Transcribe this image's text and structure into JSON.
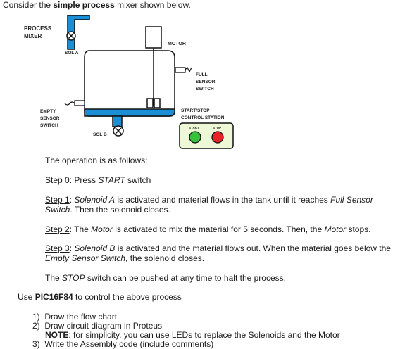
{
  "intro": {
    "prefix": "Consider the ",
    "bold": "simple process",
    "suffix": " mixer shown below."
  },
  "diagram": {
    "title_line1": "PROCESS",
    "title_line2": "MIXER",
    "sol_a": "SOL A",
    "sol_b": "SOL B",
    "motor": "MOTOR",
    "full_sensor_1": "FULL",
    "full_sensor_2": "SENSOR",
    "full_sensor_3": "SWITCH",
    "empty_sensor_1": "EMPTY",
    "empty_sensor_2": "SENSOR",
    "empty_sensor_3": "SWITCH",
    "start_stop_1": "START/STOP",
    "start_stop_2": "CONTROL STATION",
    "start_label": "START",
    "stop_label": "STOP",
    "colors": {
      "fluid": "#1a8fd6",
      "panel": "#eef7d6",
      "start": "#36c23a",
      "stop": "#e8232a"
    }
  },
  "operation": {
    "heading": "The operation is as follows:",
    "step0": {
      "label": "Step 0:",
      "text": " Press ",
      "italic": "START",
      "tail": " switch"
    },
    "step1": {
      "label": "Step 1",
      "p1": ": ",
      "i1": "Solenoid A",
      "p2": " is activated and material flows in the tank until it reaches ",
      "i2": "Full Sensor",
      "i3": "Switch",
      "p3": ". Then the solenoid closes."
    },
    "step2": {
      "label": "Step 2",
      "p1": ": The ",
      "i1": "Motor",
      "p2": " is activated to mix the material for 5 seconds. Then, the ",
      "i2": "Motor",
      "p3": " stops."
    },
    "step3": {
      "label": "Step 3",
      "p1": ": ",
      "i1": "Solenoid B",
      "p2": " is activated and the material flows out. When the material goes below the",
      "i2": "Empty Sensor Switch",
      "p3": ", the solenoid closes."
    },
    "stop_note": {
      "p1": "The ",
      "i1": "STOP",
      "p2": " switch can be pushed at any time to halt the process."
    }
  },
  "use": {
    "prefix": "Use ",
    "bold": "PIC16F84",
    "suffix": " to control the above process"
  },
  "tasks": {
    "t1_num": "1)",
    "t1": "Draw the flow chart",
    "t2_num": "2)",
    "t2": "Draw circuit diagram in Proteus",
    "note_bold": "NOTE",
    "note_text": ": for simplicity, you can use LEDs to replace the Solenoids and the Motor",
    "t3_num": "3)",
    "t3": "Write the Assembly code (include comments)"
  }
}
